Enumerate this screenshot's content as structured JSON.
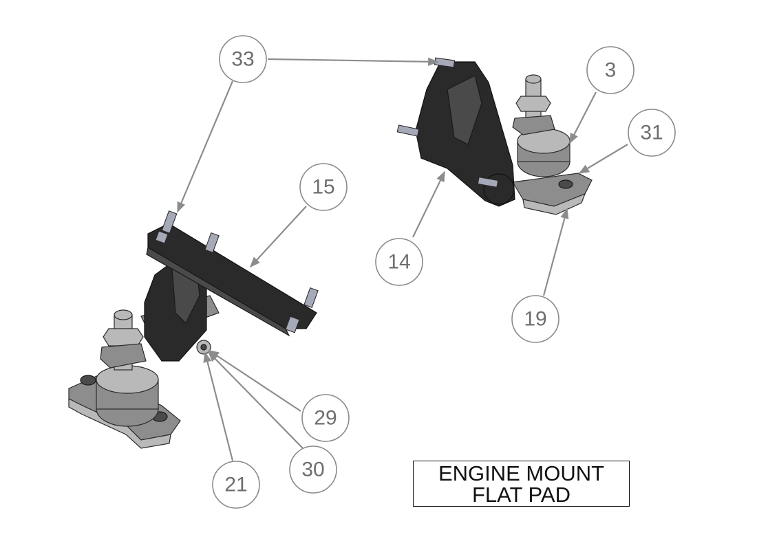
{
  "title": {
    "line1": "ENGINE MOUNT",
    "line2": "FLAT PAD"
  },
  "balloons": [
    {
      "id": "33",
      "label": "33"
    },
    {
      "id": "3",
      "label": "3"
    },
    {
      "id": "31",
      "label": "31"
    },
    {
      "id": "15",
      "label": "15"
    },
    {
      "id": "14",
      "label": "14"
    },
    {
      "id": "19",
      "label": "19"
    },
    {
      "id": "29",
      "label": "29"
    },
    {
      "id": "30",
      "label": "30"
    },
    {
      "id": "21",
      "label": "21"
    }
  ]
}
